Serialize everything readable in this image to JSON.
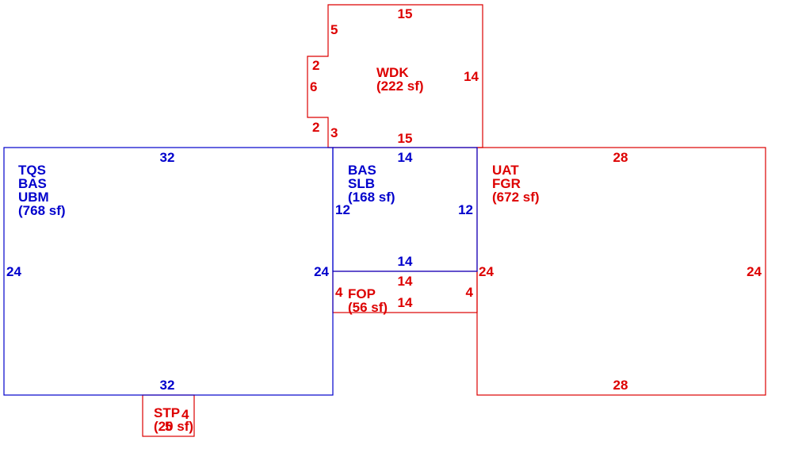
{
  "colors": {
    "living": "#0000cc",
    "other": "#dd0000",
    "background": "#ffffff"
  },
  "areas": {
    "main": {
      "codes": [
        "TQS",
        "BAS",
        "UBM"
      ],
      "area": "(768 sf)",
      "dims": {
        "top": "32",
        "bottom": "32",
        "left": "24",
        "right": "24"
      }
    },
    "slab": {
      "codes": [
        "BAS",
        "SLB"
      ],
      "area": "(168 sf)",
      "dims": {
        "top": "14",
        "bottom": "14",
        "left": "12",
        "right": "12"
      }
    },
    "garage": {
      "codes": [
        "UAT",
        "FGR"
      ],
      "area": "(672 sf)",
      "dims": {
        "top": "28",
        "bottom": "28",
        "left": "24",
        "right": "24"
      }
    },
    "deck": {
      "codes": [
        "WDK"
      ],
      "area": "(222 sf)",
      "dims": {
        "top": "15",
        "bottom": "15",
        "right": "14",
        "left_upper": "5",
        "notch_top": "2",
        "notch_side": "6",
        "notch_bottom": "2",
        "left_lower": "3"
      }
    },
    "porch": {
      "codes": [
        "FOP"
      ],
      "area": "(56 sf)",
      "dims": {
        "top": "14",
        "bottom": "14",
        "left": "4",
        "right": "4"
      }
    },
    "stoop": {
      "codes": [
        "STP"
      ],
      "area": "(20 sf)",
      "dims": {
        "width": "5",
        "depth": "4"
      }
    }
  }
}
